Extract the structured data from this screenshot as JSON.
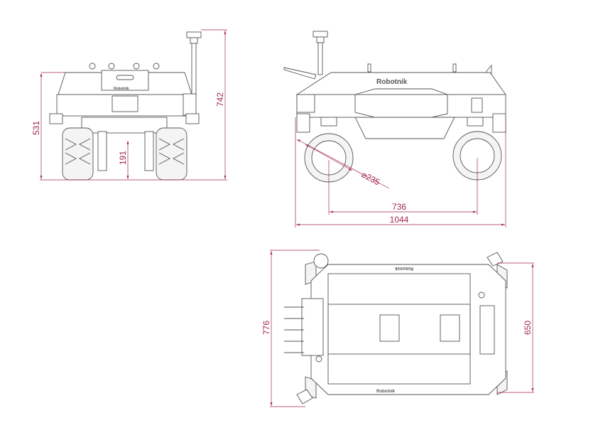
{
  "logo_text": "Robotnik",
  "colors": {
    "dimension": "#a3274a",
    "outline": "#555555"
  },
  "front_view": {
    "overall_height": "742",
    "body_height": "531",
    "ground_clearance": "191"
  },
  "side_view": {
    "wheel_diameter": "⌀235",
    "wheelbase": "736",
    "overall_length": "1044"
  },
  "top_view": {
    "overall_length": "776",
    "overall_width": "650"
  }
}
